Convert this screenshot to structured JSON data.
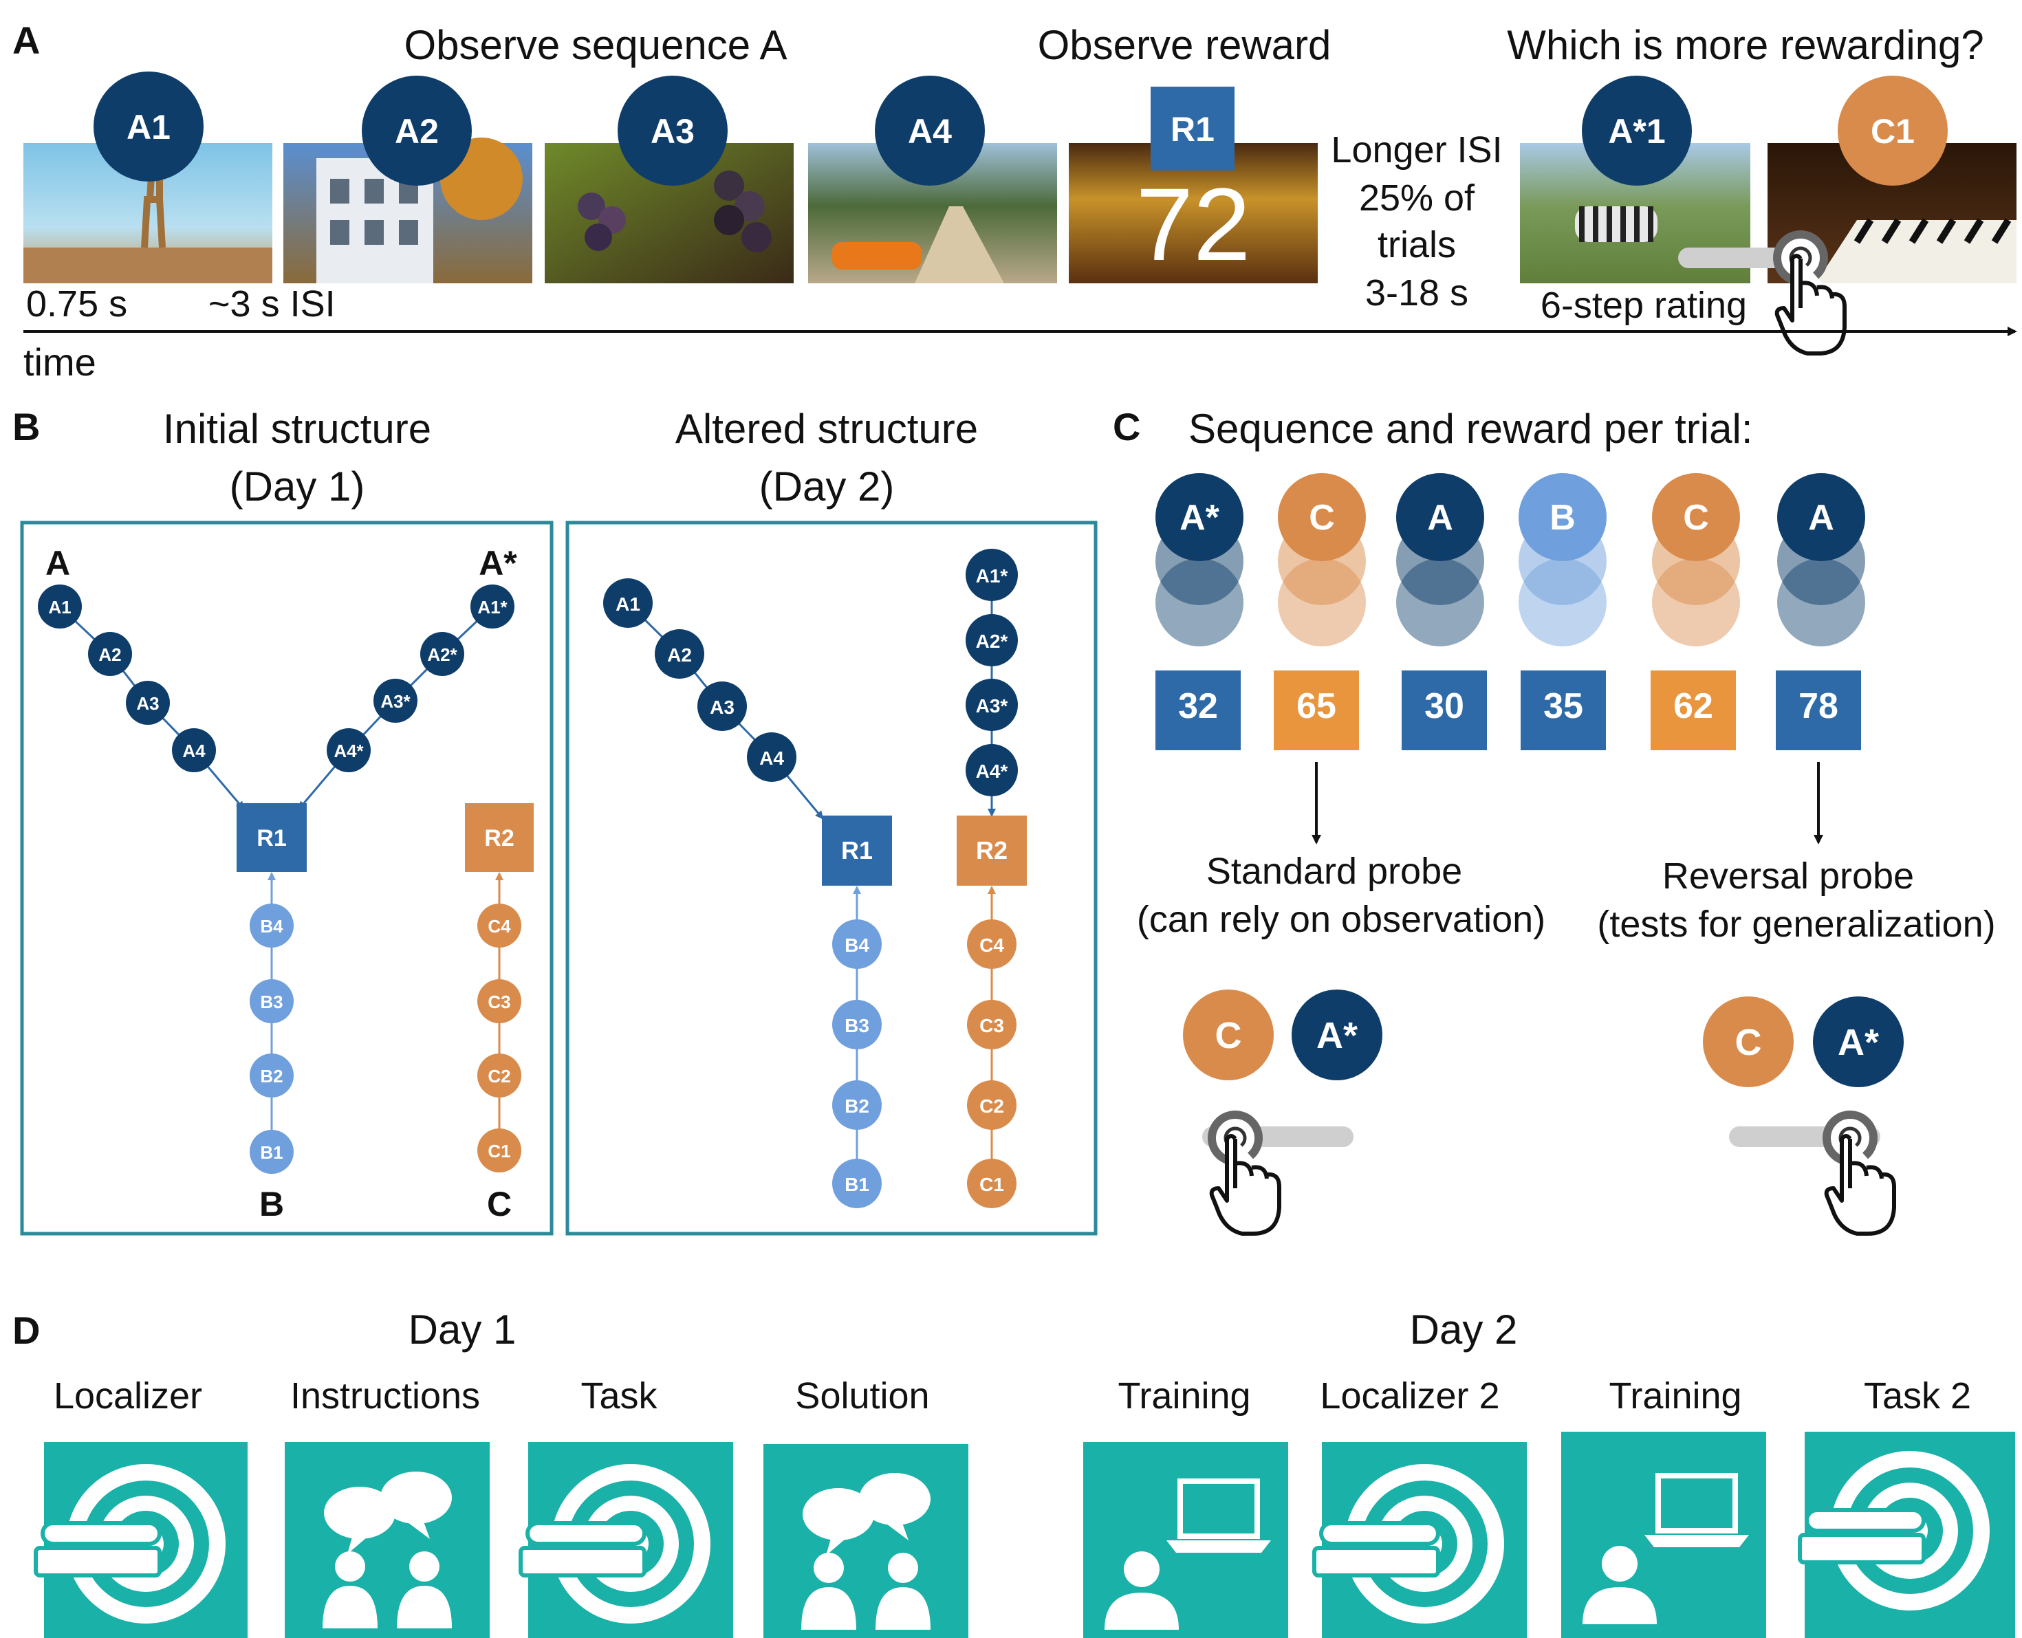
{
  "colors": {
    "navy": "#0e3d6a",
    "mid_blue": "#2f6aa8",
    "light_blue": "#6f9fdc",
    "orange": "#d98b4c",
    "teal": "#19b1a8",
    "teal_border": "#2b8a9a"
  },
  "panel_a": {
    "letter": "A",
    "heading_observe_sequence": "Observe sequence A",
    "heading_observe_reward": "Observe reward",
    "heading_question": "Which is more rewarding?",
    "photos": [
      {
        "badge": "A1",
        "subject": "giraffe on savanna"
      },
      {
        "badge": "A2",
        "subject": "white house in autumn"
      },
      {
        "badge": "A3",
        "subject": "grapes on vine"
      },
      {
        "badge": "A4",
        "subject": "orange sports car on road"
      },
      {
        "badge": "R1",
        "subject": "treasure chest of gold",
        "reward_value": "72"
      },
      {
        "badge": "A*1",
        "subject": "zebra grazing"
      },
      {
        "badge": "C1",
        "subject": "piano keys"
      }
    ],
    "isi_note": [
      "Longer ISI",
      "25% of",
      "trials",
      "3-18 s"
    ],
    "duration_label": "0.75 s",
    "isi_label": "~3 s ISI",
    "rating_label": "6-step rating",
    "time_label": "time"
  },
  "panel_b": {
    "letter": "B",
    "initial_title": [
      "Initial structure",
      "(Day 1)"
    ],
    "altered_title": [
      "Altered structure",
      "(Day 2)"
    ],
    "endpoint_labels": {
      "a": "A",
      "a_star": "A*",
      "b": "B",
      "c": "C"
    },
    "nodes": {
      "a": [
        "A1",
        "A2",
        "A3",
        "A4"
      ],
      "a_star": [
        "A1*",
        "A2*",
        "A3*",
        "A4*"
      ],
      "b": [
        "B4",
        "B3",
        "B2",
        "B1"
      ],
      "c": [
        "C4",
        "C3",
        "C2",
        "C1"
      ],
      "r1": "R1",
      "r2": "R2"
    }
  },
  "panel_c": {
    "letter": "C",
    "title": "Sequence and reward per trial:",
    "trials": [
      {
        "label": "A*",
        "reward": "32"
      },
      {
        "label": "C",
        "reward": "65"
      },
      {
        "label": "A",
        "reward": "30"
      },
      {
        "label": "B",
        "reward": "35"
      },
      {
        "label": "C",
        "reward": "62"
      },
      {
        "label": "A",
        "reward": "78"
      }
    ],
    "standard_probe": [
      "Standard probe",
      "(can rely on observation)"
    ],
    "reversal_probe": [
      "Reversal probe",
      "(tests for generalization)"
    ],
    "probe_options": [
      "C",
      "A*"
    ]
  },
  "panel_d": {
    "letter": "D",
    "day1": "Day 1",
    "day2": "Day 2",
    "steps": [
      {
        "label": "Localizer",
        "icon": "mri-scanner-icon"
      },
      {
        "label": "Instructions",
        "icon": "conversation-icon"
      },
      {
        "label": "Task",
        "icon": "mri-scanner-icon"
      },
      {
        "label": "Solution",
        "icon": "conversation-icon"
      },
      {
        "label": "Training",
        "icon": "person-computer-icon"
      },
      {
        "label": "Localizer 2",
        "icon": "mri-scanner-icon"
      },
      {
        "label": "Training",
        "icon": "person-computer-icon"
      },
      {
        "label": "Task 2",
        "icon": "mri-scanner-icon"
      }
    ]
  }
}
